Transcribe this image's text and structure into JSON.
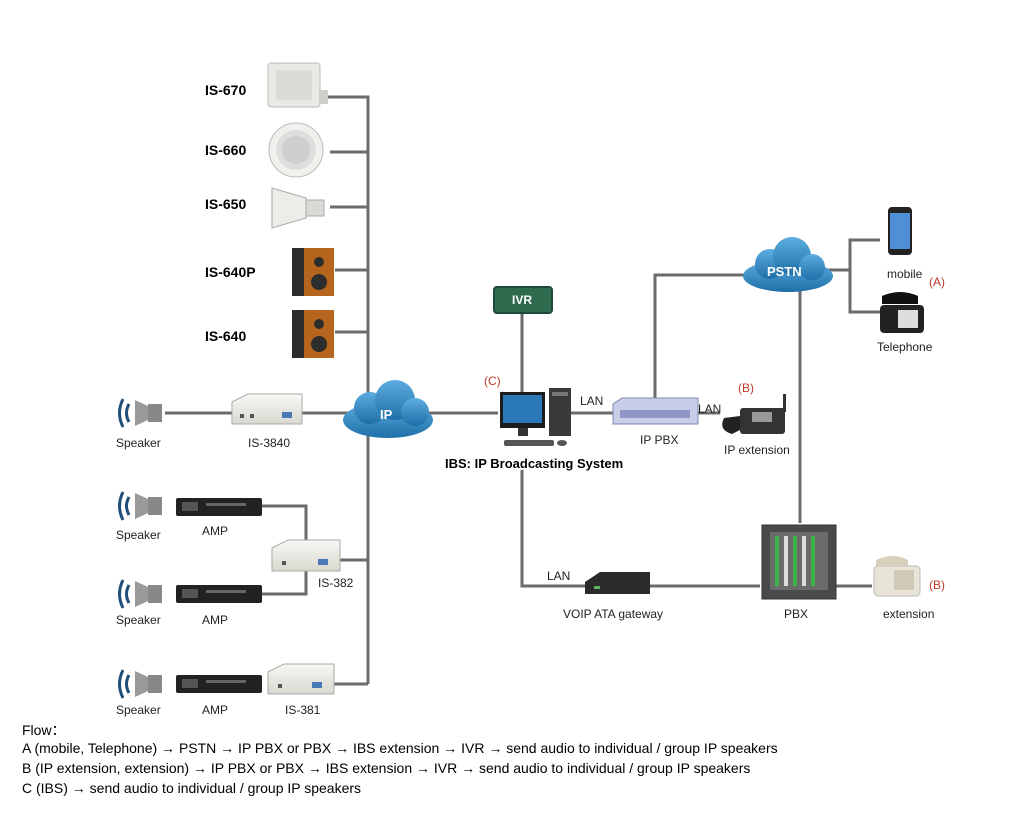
{
  "speaker_models": {
    "is670": "IS-670",
    "is660": "IS-660",
    "is650": "IS-650",
    "is640p": "IS-640P",
    "is640": "IS-640"
  },
  "labels": {
    "speaker": "Speaker",
    "amp": "AMP",
    "is3840": "IS-3840",
    "is382": "IS-382",
    "is381": "IS-381",
    "ip_cloud": "IP",
    "pstn_cloud": "PSTN",
    "ivr": "IVR",
    "ibs": "IBS: IP Broadcasting System",
    "lan": "LAN",
    "ip_pbx": "IP PBX",
    "ip_extension": "IP extension",
    "mobile": "mobile",
    "telephone": "Telephone",
    "voip": "VOIP ATA gateway",
    "pbx": "PBX",
    "extension": "extension"
  },
  "tags": {
    "a": "(A)",
    "b": "(B)",
    "c": "(C)"
  },
  "flow": {
    "title": "Flow：",
    "line_a": "A (mobile, Telephone) → PSTN → IP PBX or PBX → IBS extension → IVR → send audio to individual / group IP speakers",
    "line_b": "B (IP extension, extension) → IP PBX or PBX → IBS extension → IVR → send audio to individual / group IP speakers",
    "line_c": "C (IBS) → send audio to individual / group IP speakers"
  },
  "colors": {
    "connector": "#6b6b6b",
    "cloud": "#2e86c1",
    "ivr": "#2f6b4f",
    "tag": "#c0392b"
  }
}
